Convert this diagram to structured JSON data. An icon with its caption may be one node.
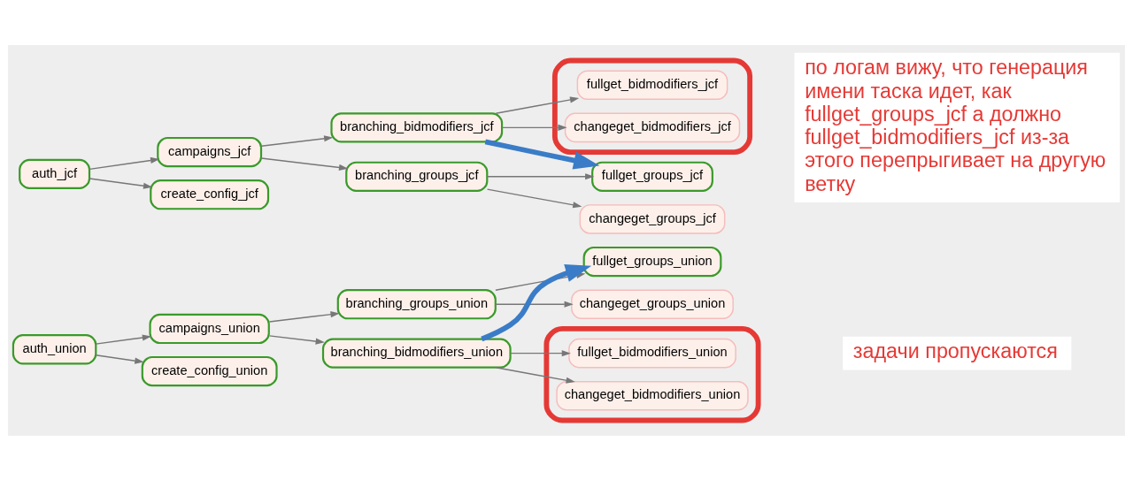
{
  "diagram": {
    "nodes": [
      {
        "text": [
          "auth_union"
        ]
      },
      {
        "text": [
          "campaigns_union"
        ]
      },
      {
        "text": [
          "create_config_union"
        ]
      },
      {
        "text": [
          "branching_groups_union"
        ]
      },
      {
        "text": [
          "branching_bidmodifiers_union"
        ]
      },
      {
        "text": [
          "fullget_groups_union"
        ]
      },
      {
        "text": [
          "changeget_groups_union"
        ]
      },
      {
        "text": [],
        "shape": "box"
      },
      {
        "text": [
          "fullget_bidmodifiers_union"
        ],
        "in": 7
      },
      {
        "text": [
          "changeget_bidmodifiers_union"
        ],
        "in": 7
      },
      {
        "text": [
          "auth_jcf"
        ]
      },
      {
        "text": [
          "campaigns_jcf"
        ]
      },
      {
        "text": [
          "create_config_jcf"
        ]
      },
      {
        "text": [
          "branching_bidmodifiers_jcf"
        ]
      },
      {
        "text": [
          "branching_groups_jcf"
        ]
      },
      {
        "text": [],
        "shape": "box"
      },
      {
        "text": [
          "fullget_bidmodifiers_jcf"
        ],
        "in": 15
      },
      {
        "text": [
          "changeget_bidmodifiers_jcf"
        ],
        "in": 15
      },
      {
        "text": [
          "changeget_groups_jcf"
        ]
      },
      {
        "text": [
          "fullget_groups_jcf"
        ]
      }
    ],
    "edges": [
      {
        "from": 0,
        "to": 1,
        "arrow": "to"
      },
      {
        "from": 0,
        "to": 2,
        "arrow": "to"
      },
      {
        "from": 1,
        "to": 3,
        "arrow": "to"
      },
      {
        "from": 1,
        "to": 4,
        "arrow": "to"
      },
      {
        "from": 3,
        "to": 5,
        "arrow": "to"
      },
      {
        "from": 3,
        "to": 6,
        "arrow": "to"
      },
      {
        "from": 4,
        "to": 8,
        "arrow": "to"
      },
      {
        "from": 4,
        "to": 9,
        "arrow": "to"
      },
      {
        "from": 4,
        "to": 5,
        "arrow": "to",
        "style": "thick",
        "color": "#3a7cc7"
      },
      {
        "from": 10,
        "to": 11,
        "arrow": "to"
      },
      {
        "from": 10,
        "to": 12,
        "arrow": "to"
      },
      {
        "from": 11,
        "to": 13,
        "arrow": "to"
      },
      {
        "from": 11,
        "to": 14,
        "arrow": "to"
      },
      {
        "from": 13,
        "to": 16,
        "arrow": "to"
      },
      {
        "from": 13,
        "to": 17,
        "arrow": "to"
      },
      {
        "from": 14,
        "to": 18,
        "arrow": "to"
      },
      {
        "from": 14,
        "to": 19,
        "arrow": "to"
      },
      {
        "from": 13,
        "to": 19,
        "arrow": "to",
        "style": "thick",
        "color": "#3a7cc7"
      }
    ],
    "labels": [
      "задачи пропускаются",
      "по логам вижу, что генерация имени таска идет, как fullget_groups_jcf а должно fullget_bidmodifiers_jcf из-за этого перепрыгивает на другую ветку"
    ]
  }
}
